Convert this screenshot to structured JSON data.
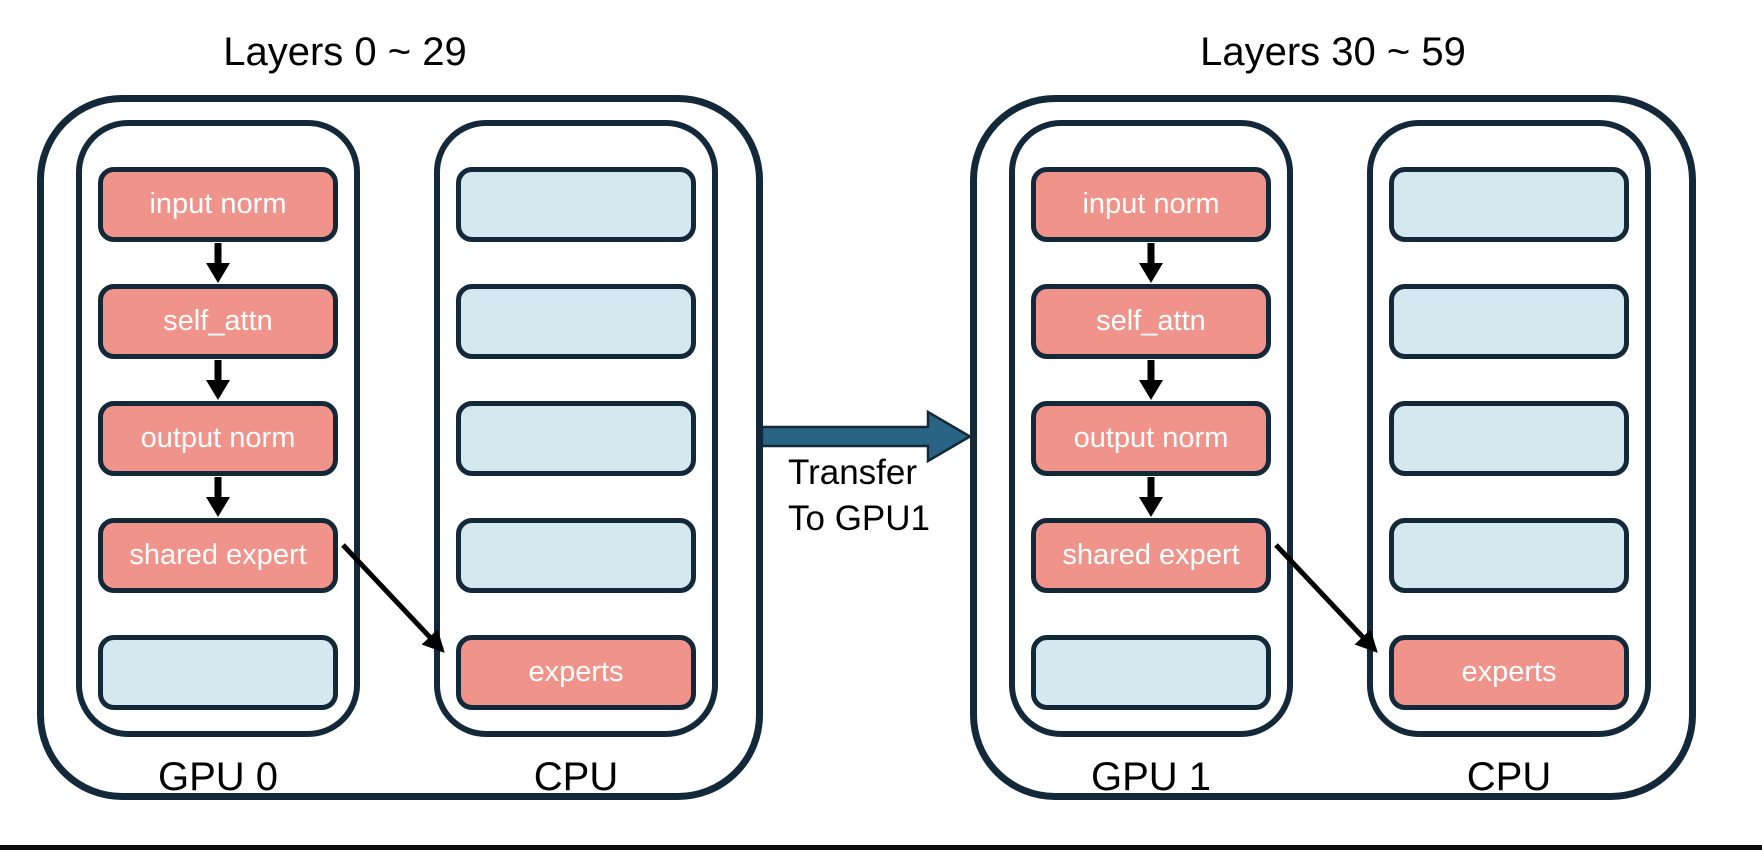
{
  "diagram": {
    "colors": {
      "ink": "#13293a",
      "gpu_fill": "#f0938a",
      "cpu_fill": "#d4e8ef",
      "transfer_fill": "#2a6484",
      "title_color": "#000000",
      "box_text": "#ffffff",
      "bottom_bar": "#0b0b0b"
    },
    "groups": [
      {
        "title": "Layers 0 ~ 29",
        "device_label": "GPU 0",
        "host_label": "CPU",
        "gpu_boxes": [
          {
            "label": "input norm"
          },
          {
            "label": "self_attn"
          },
          {
            "label": "output norm"
          },
          {
            "label": "shared expert"
          },
          {
            "label": ""
          }
        ],
        "cpu_boxes": [
          {
            "label": ""
          },
          {
            "label": ""
          },
          {
            "label": ""
          },
          {
            "label": ""
          },
          {
            "label": "experts"
          }
        ]
      },
      {
        "title": "Layers 30 ~ 59",
        "device_label": "GPU 1",
        "host_label": "CPU",
        "gpu_boxes": [
          {
            "label": "input norm"
          },
          {
            "label": "self_attn"
          },
          {
            "label": "output norm"
          },
          {
            "label": "shared expert"
          },
          {
            "label": ""
          }
        ],
        "cpu_boxes": [
          {
            "label": ""
          },
          {
            "label": ""
          },
          {
            "label": ""
          },
          {
            "label": ""
          },
          {
            "label": "experts"
          }
        ]
      }
    ],
    "transfer": {
      "label_line1": "Transfer",
      "label_line2": "To GPU1"
    }
  }
}
